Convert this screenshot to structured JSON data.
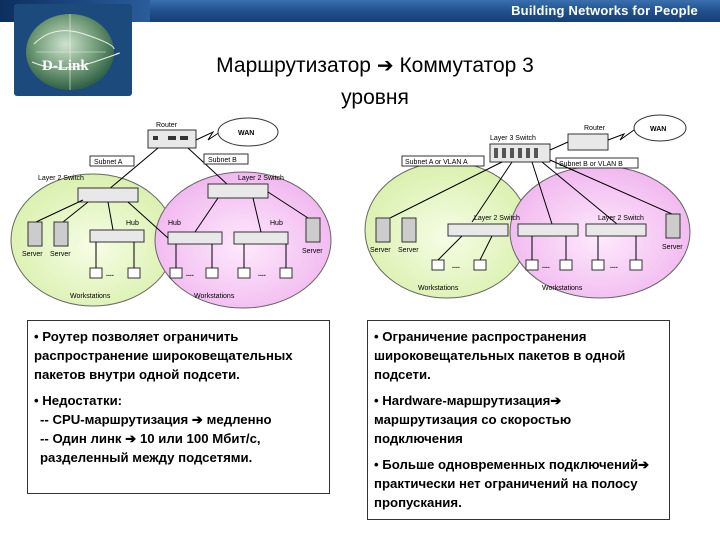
{
  "header": {
    "tagline": "Building Networks for People"
  },
  "logo": {
    "text": "D-Link"
  },
  "title": {
    "part1": "Маршрутизатор",
    "arrow": "➔",
    "part2": "Коммутатор 3",
    "line2": "уровня"
  },
  "diagram_left": {
    "router": "Router",
    "wan": "WAN",
    "subnet_a": "Subnet A",
    "subnet_b": "Subnet B",
    "switch_a": "Layer 2 Switch",
    "switch_b": "Layer 2 Switch",
    "hub1": "Hub",
    "hub2": "Hub",
    "hub3": "Hub",
    "server1": "Server",
    "server2": "Server",
    "server3": "Server",
    "ellipsis1": "....",
    "ellipsis2": "....",
    "ellipsis3": "....",
    "workstations_a": "Workstations",
    "workstations_b": "Workstations"
  },
  "diagram_right": {
    "l3switch": "Layer 3 Switch",
    "router": "Router",
    "wan": "WAN",
    "subnet_a": "Subnet A or VLAN A",
    "subnet_b": "Subnet B or VLAN B",
    "switch_a": "Layer 2 Switch",
    "switch_b": "Layer 2 Switch",
    "server1": "Server",
    "server2": "Server",
    "server3": "Server",
    "ellipsis1": "....",
    "ellipsis2": "....",
    "ellipsis3": "....",
    "workstations_a": "Workstations",
    "workstations_b": "Workstations"
  },
  "left_note": {
    "p1": "• Роутер позволяет ограничить распространение широковещательных пакетов внутри одной подсети.",
    "p2_head": "• Недостатки:",
    "p2_line1_a": "-- CPU-маршрутизация",
    "p2_line1_b": "медленно",
    "p2_line2_a": "-- Один линк",
    "p2_line2_b": "10 или 100 Мбит/с, разделенный между подсетями.",
    "arrow": "➔"
  },
  "right_note": {
    "p1": "• Ограничение распространения широковещательных пакетов в одной подсети.",
    "p2_a": "• Hardware-маршрутизация",
    "p2_b": "маршрутизация со скоростью подключения",
    "p3_a": "• Больше одновременных подключений",
    "p3_b": "практически нет ограничений на полосу пропускания.",
    "arrow": "➔"
  },
  "colors": {
    "subnet_a": "#e6f5c6",
    "subnet_b": "#f6ccf4",
    "header": "#1f4f8c"
  }
}
